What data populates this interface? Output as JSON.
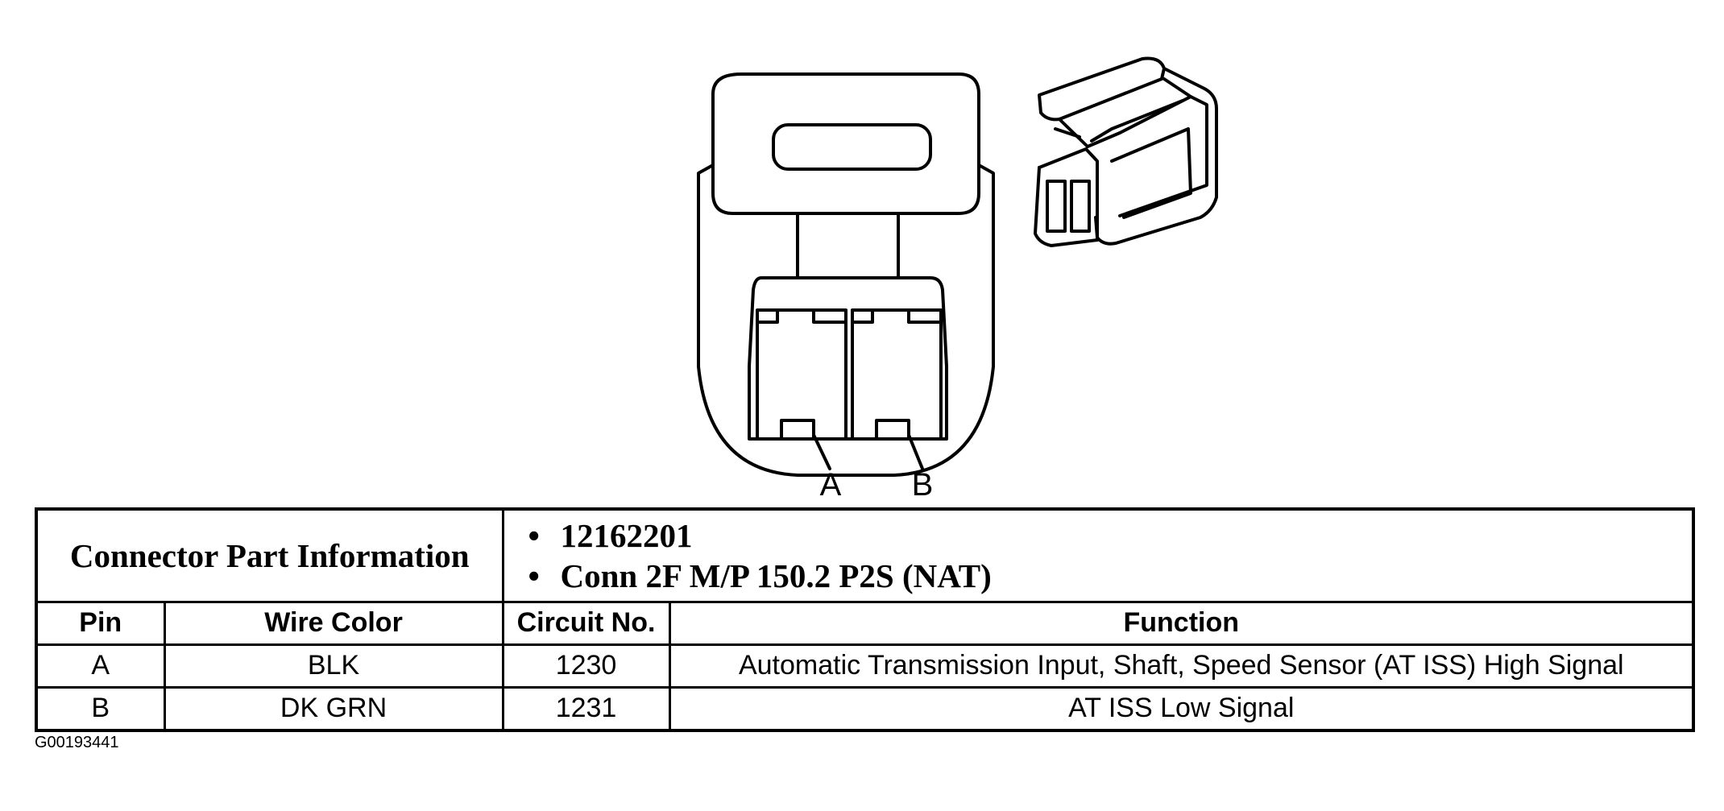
{
  "diagram": {
    "pin_labels": [
      "A",
      "B"
    ]
  },
  "table": {
    "header_label": "Connector Part Information",
    "part_info": [
      "12162201",
      "Conn 2F M/P 150.2 P2S (NAT)"
    ],
    "bullet": "•",
    "columns": [
      "Pin",
      "Wire Color",
      "Circuit No.",
      "Function"
    ],
    "rows": [
      {
        "pin": "A",
        "wire_color": "BLK",
        "circuit": "1230",
        "function": "Automatic Transmission Input, Shaft, Speed Sensor (AT ISS) High Signal"
      },
      {
        "pin": "B",
        "wire_color": "DK GRN",
        "circuit": "1231",
        "function": "AT ISS Low Signal"
      }
    ]
  },
  "figure_id": "G00193441"
}
